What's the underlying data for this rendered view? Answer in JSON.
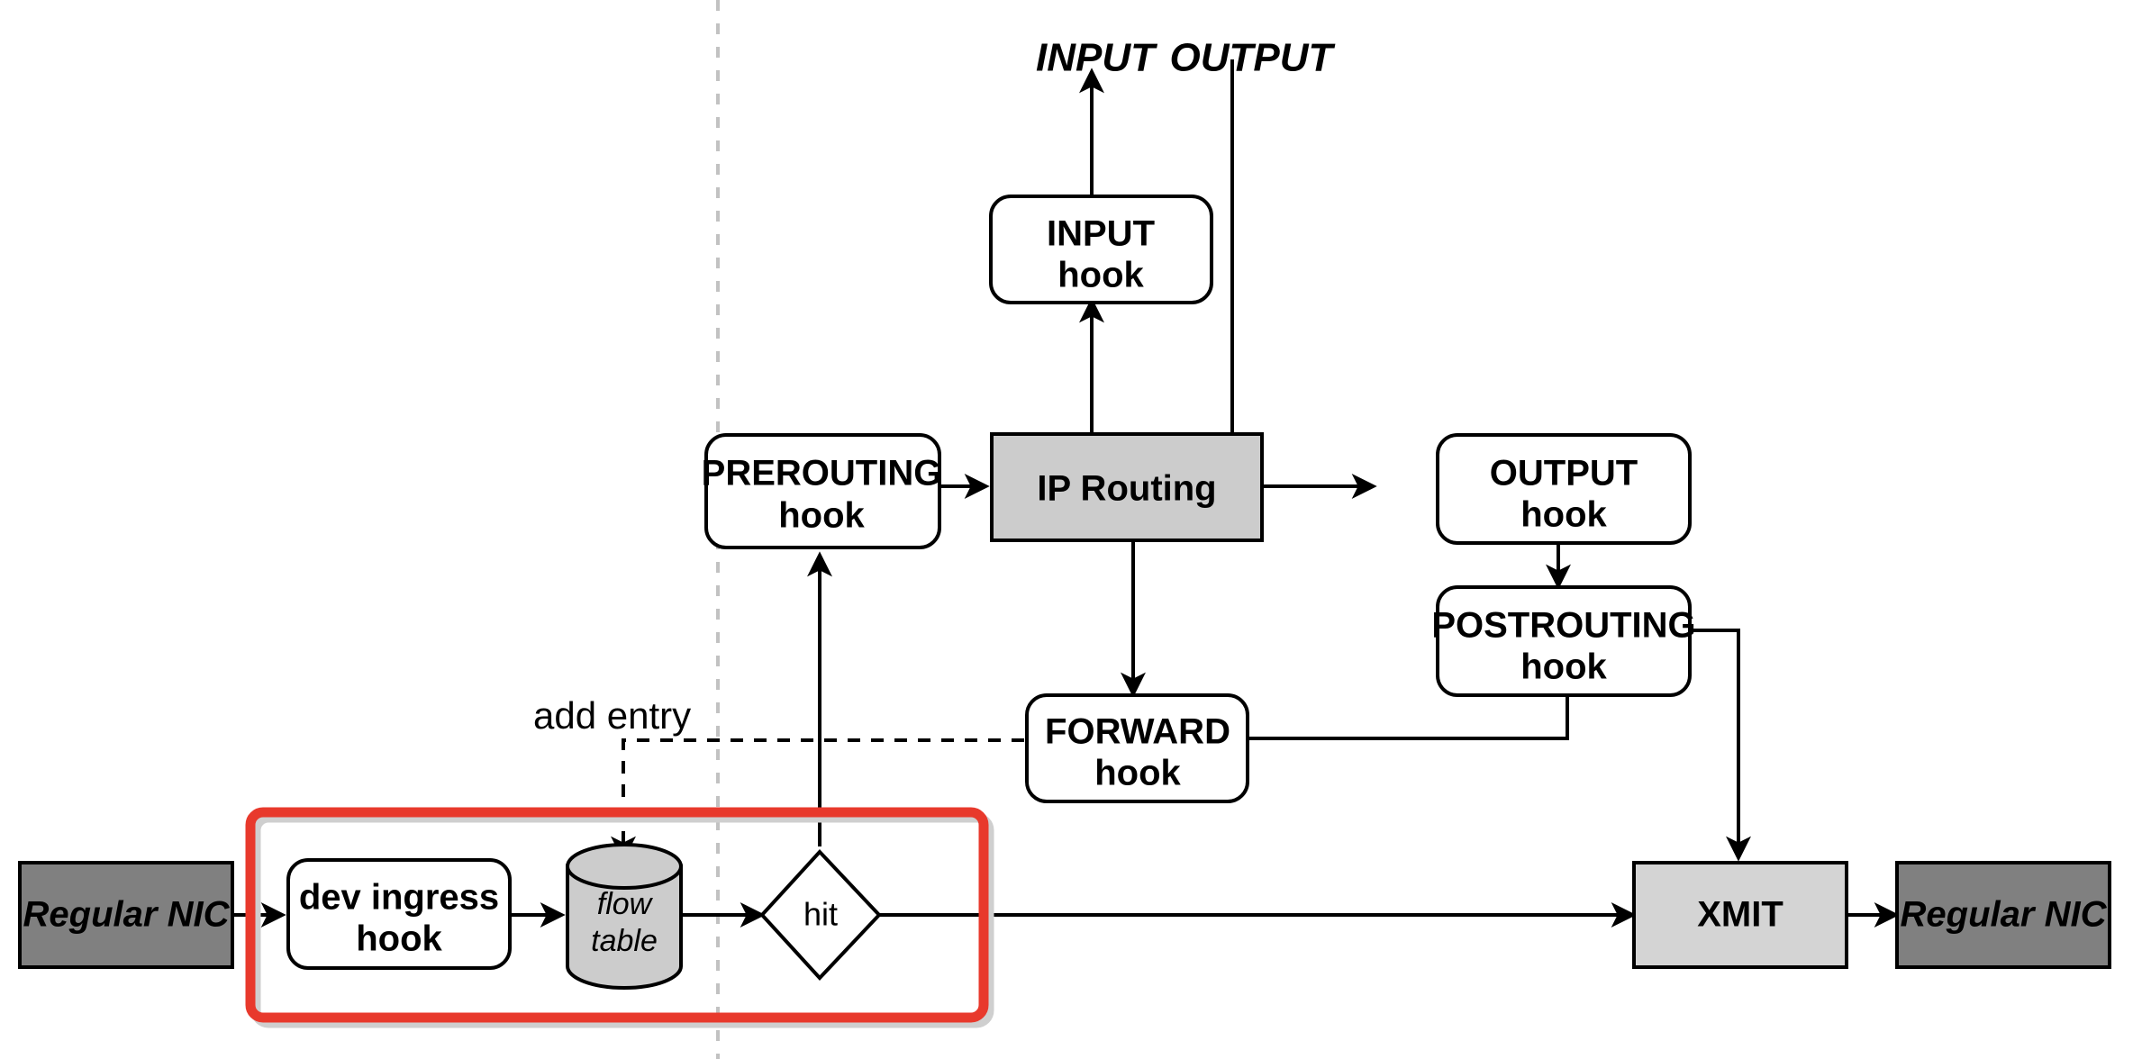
{
  "diagram": {
    "title": "Linux network stack packet flow with flow table fast path",
    "banner": {
      "input_label": "INPUT",
      "output_label": "OUTPUT"
    },
    "colors": {
      "accent_red": "#e8392c",
      "gray_dark": "#808080",
      "gray_mid": "#cccccc",
      "gray_light": "#d4d4d4",
      "divider": "#c2c2c2",
      "stroke": "#000000",
      "white": "#ffffff"
    },
    "nodes": {
      "input_hook": {
        "line1": "INPUT",
        "line2": "hook"
      },
      "prerouting_hook": {
        "line1": "PREROUTING",
        "line2": "hook"
      },
      "ip_routing": {
        "line1": "IP Routing"
      },
      "output_hook": {
        "line1": "OUTPUT",
        "line2": "hook"
      },
      "postrouting_hook": {
        "line1": "POSTROUTING",
        "line2": "hook"
      },
      "forward_hook": {
        "line1": "FORWARD",
        "line2": "hook"
      },
      "nic_in": {
        "line1": "Regular NIC"
      },
      "nic_out": {
        "line1": "Regular NIC"
      },
      "dev_ingress_hook": {
        "line1": "dev ingress",
        "line2": "hook"
      },
      "flow_table": {
        "line1": "flow",
        "line2": "table"
      },
      "hit_decision": {
        "line1": "hit"
      },
      "xmit": {
        "line1": "XMIT"
      }
    },
    "edges": {
      "add_entry": "add entry"
    }
  }
}
